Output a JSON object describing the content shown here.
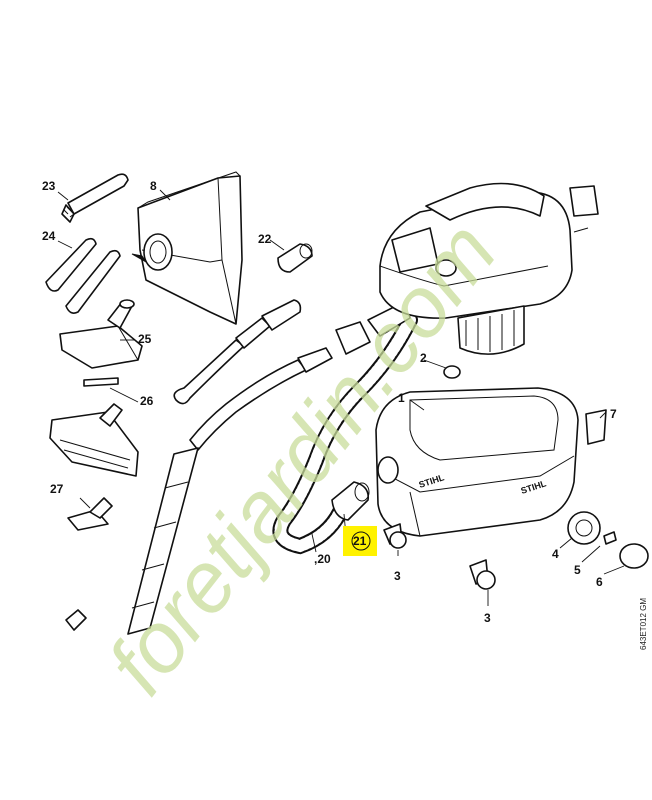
{
  "diagram": {
    "callouts": [
      {
        "id": "23",
        "label": "23"
      },
      {
        "id": "8",
        "label": "8"
      },
      {
        "id": "24",
        "label": "24"
      },
      {
        "id": "22",
        "label": "22"
      },
      {
        "id": "25",
        "label": "25"
      },
      {
        "id": "26",
        "label": "26"
      },
      {
        "id": "27",
        "label": "27"
      },
      {
        "id": "20",
        "label": ",20"
      },
      {
        "id": "21",
        "label": "21"
      },
      {
        "id": "2",
        "label": "2"
      },
      {
        "id": "1",
        "label": "1"
      },
      {
        "id": "7",
        "label": "7"
      },
      {
        "id": "3a",
        "label": "3"
      },
      {
        "id": "3b",
        "label": "3"
      },
      {
        "id": "4",
        "label": "4"
      },
      {
        "id": "5",
        "label": "5"
      },
      {
        "id": "6",
        "label": "6"
      }
    ],
    "highlighted_callout": "21",
    "highlight_color": "#fff200",
    "brand_logo_text": "STIHL",
    "drawing_code": "643ET012 GM",
    "watermark": "foretjardin.com",
    "watermark_color": "#c8dc9a"
  }
}
